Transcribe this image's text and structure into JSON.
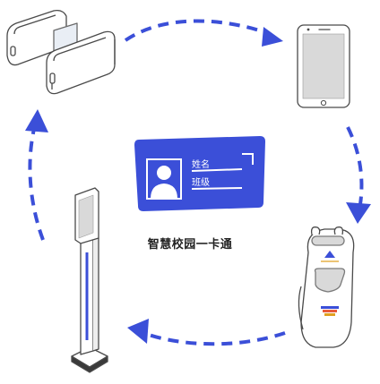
{
  "caption": "智慧校园一卡通",
  "card": {
    "field_name": "姓名",
    "field_class": "班级"
  },
  "colors": {
    "accent_blue": "#3b4fd8",
    "device_outline": "#4a4a4a",
    "device_fill": "#ffffff",
    "screen_gray": "#d9d9d9"
  },
  "icons": {
    "top_left": "turnstile-gate-icon",
    "top_right": "smartphone-icon",
    "bottom_right": "robot-kiosk-icon",
    "bottom_left": "face-recognition-terminal-icon",
    "center": "id-card-icon"
  }
}
